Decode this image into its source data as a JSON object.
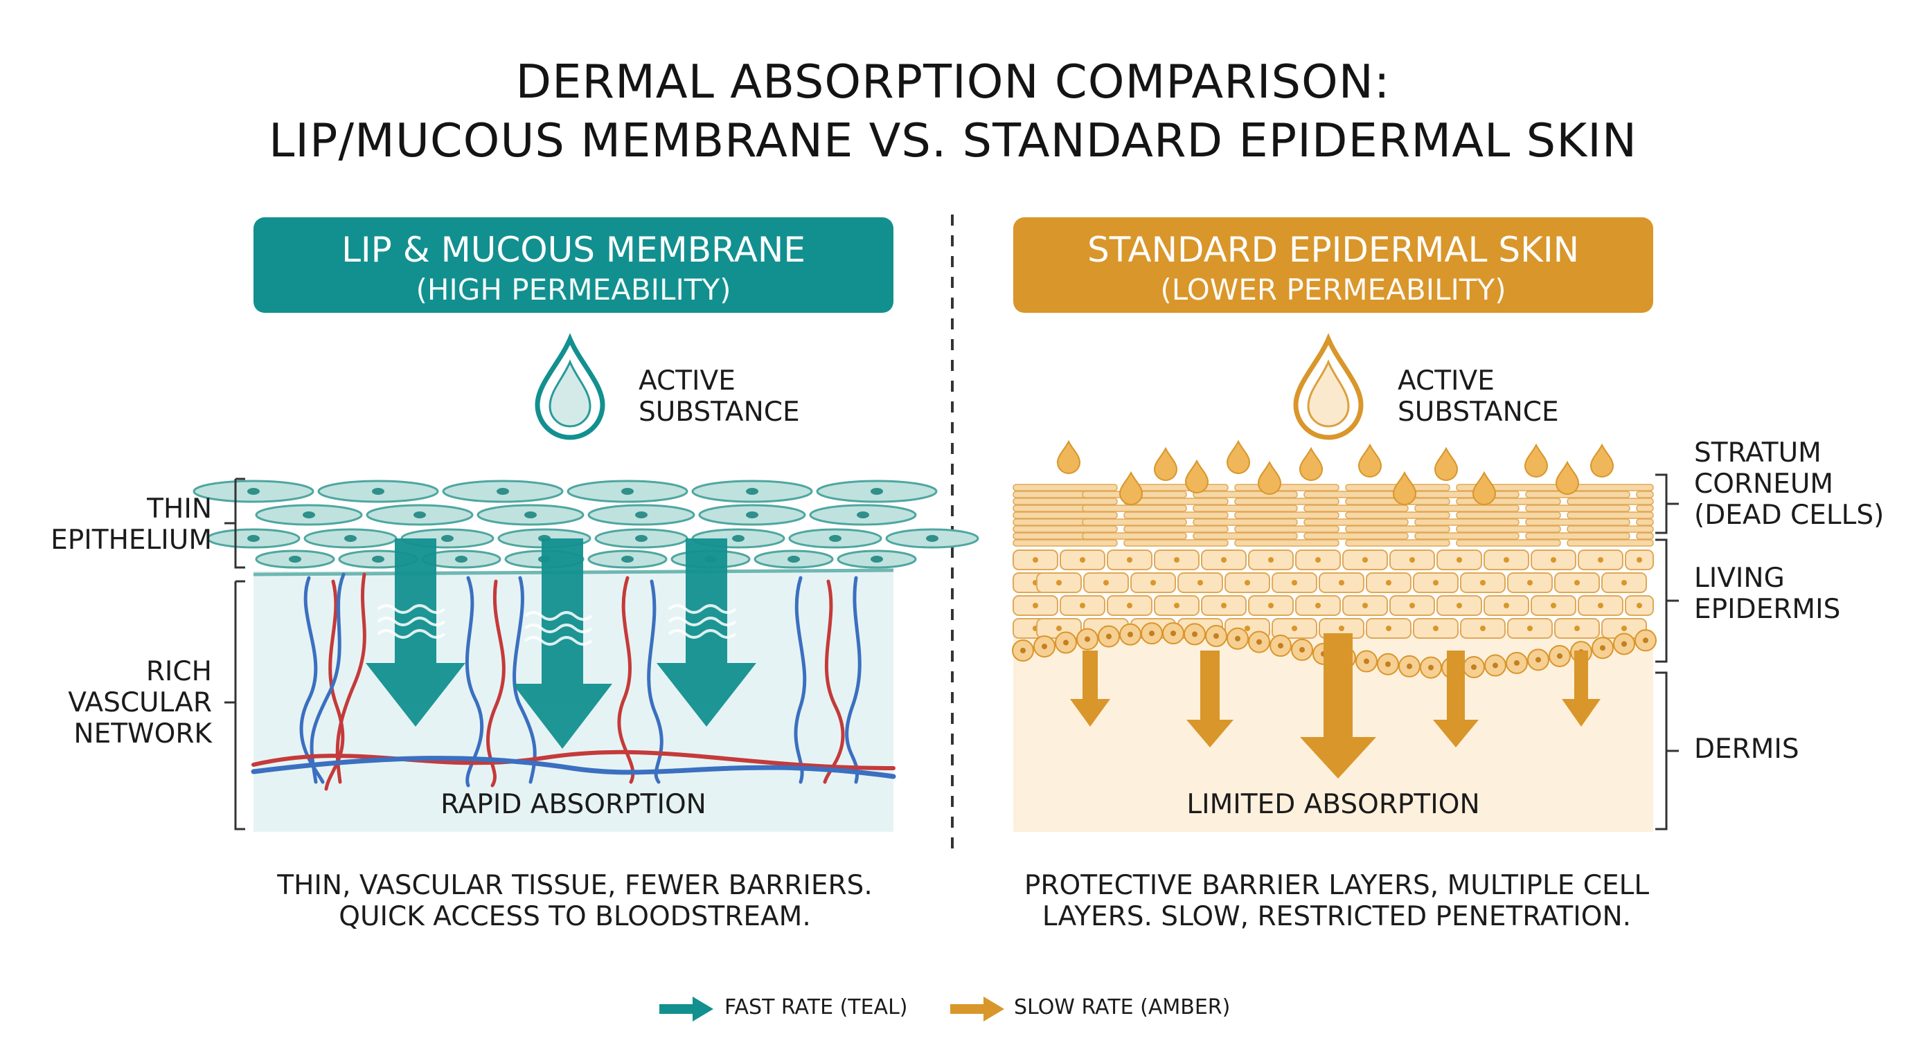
{
  "title": {
    "line1": "DERMAL ABSORPTION COMPARISON:",
    "line2": "LIP/MUCOUS MEMBRANE VS. STANDARD EPIDERMAL SKIN"
  },
  "left_panel": {
    "heading": "LIP & MUCOUS MEMBRANE",
    "subheading": "(HIGH PERMEABILITY)",
    "substance_label_1": "ACTIVE",
    "substance_label_2": "SUBSTANCE",
    "layer_labels": {
      "epithelium_1": "THIN",
      "epithelium_2": "EPITHELIUM",
      "vascular_1": "RICH",
      "vascular_2": "VASCULAR",
      "vascular_3": "NETWORK"
    },
    "absorption_caption": "RAPID ABSORPTION",
    "description_1": "THIN, VASCULAR TISSUE, FEWER BARRIERS.",
    "description_2": "QUICK ACCESS TO BLOODSTREAM.",
    "color": "#12908f"
  },
  "right_panel": {
    "heading": "STANDARD EPIDERMAL SKIN",
    "subheading": "(LOWER PERMEABILITY)",
    "substance_label_1": "ACTIVE",
    "substance_label_2": "SUBSTANCE",
    "layer_labels": {
      "corneum_1": "STRATUM",
      "corneum_2": "CORNEUM",
      "corneum_3": "(DEAD CELLS)",
      "living_1": "LIVING",
      "living_2": "EPIDERMIS",
      "dermis": "DERMIS"
    },
    "absorption_caption": "LIMITED ABSORPTION",
    "description_1": "PROTECTIVE BARRIER LAYERS, MULTIPLE CELL",
    "description_2": "LAYERS. SLOW, RESTRICTED PENETRATION.",
    "color": "#d9962a"
  },
  "legend": {
    "fast": "FAST RATE (TEAL)",
    "slow": "SLOW RATE (AMBER)",
    "fast_color": "#12908f",
    "slow_color": "#d9962a",
    "fast_icon": "teal-arrow-icon",
    "slow_icon": "amber-arrow-icon"
  }
}
